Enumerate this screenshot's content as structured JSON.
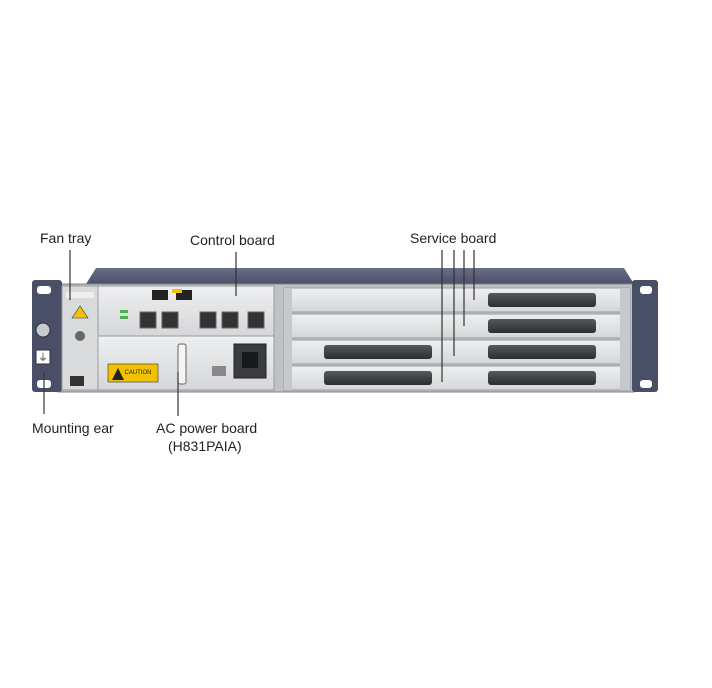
{
  "labels": {
    "fan_tray": "Fan tray",
    "control_board": "Control board",
    "service_board": "Service board",
    "mounting_ear": "Mounting ear",
    "ac_power_board": "AC power board",
    "ac_power_board_model": "(H831PAIA)"
  },
  "device": {
    "caution_label": "CAUTION"
  },
  "colors": {
    "chassis_top": "#565a72",
    "ear": "#4a4f68",
    "panel": "#cfd1d4",
    "board": "#e2e3e5",
    "connector": "#3b3d42",
    "leader_line": "#333333",
    "caution_bg": "#f2c200"
  }
}
